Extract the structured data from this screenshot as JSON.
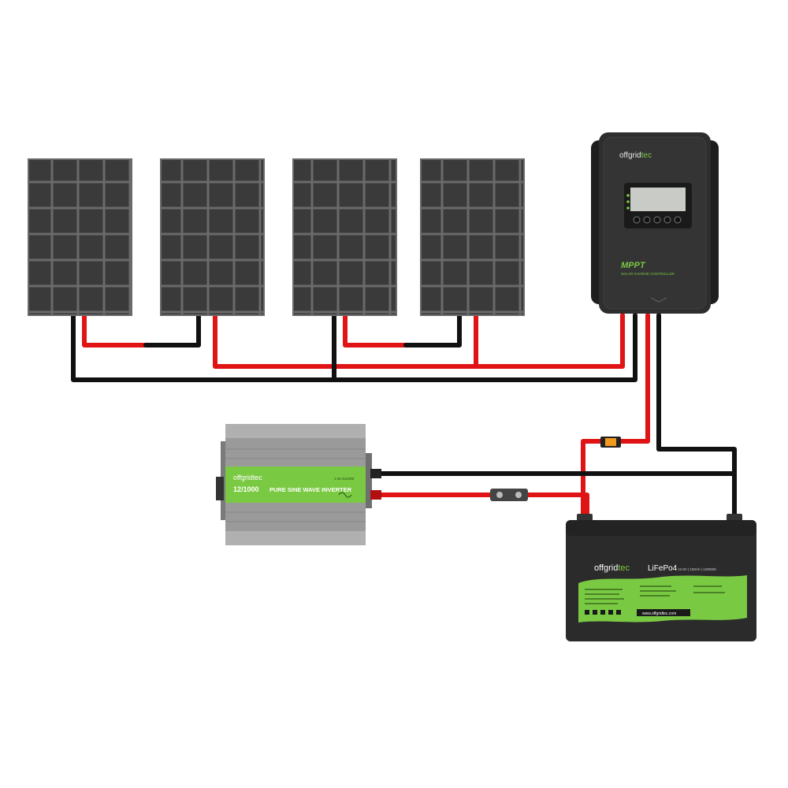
{
  "controller": {
    "brand_prefix": "offgrid",
    "brand_suffix": "tec",
    "model": "MPPT",
    "subtitle": "SOLAR CHARGE CONTROLLER"
  },
  "inverter": {
    "brand_prefix": "offgrid",
    "brand_suffix": "tec",
    "rating": "12/1000",
    "name": "PURE SINE WAVE INVERTER",
    "code": "1-01-011000"
  },
  "battery": {
    "brand_prefix": "offgrid",
    "brand_suffix": "tec",
    "chemistry": "LiFePo4",
    "spec": "12.8V | 100Ah | 1280Wh",
    "website": "www.offgridtec.com"
  },
  "colors": {
    "panel_frame": "#6a6a6a",
    "panel_cell": "#3a3a3a",
    "wire_positive": "#e01414",
    "wire_negative": "#111111",
    "brand_green": "#7ac943",
    "device_dark": "#2b2b2b",
    "inverter_body": "#9a9a9a"
  }
}
